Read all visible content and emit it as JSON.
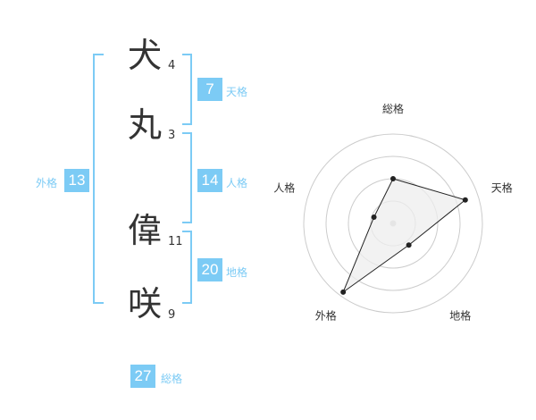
{
  "accent_color": "#7ccbf5",
  "name": {
    "characters": [
      {
        "char": "犬",
        "strokes": "4"
      },
      {
        "char": "丸",
        "strokes": "3"
      },
      {
        "char": "偉",
        "strokes": "11"
      },
      {
        "char": "咲",
        "strokes": "9"
      }
    ]
  },
  "fortunes": {
    "tenkaku": {
      "value": "7",
      "label": "天格"
    },
    "jinkaku": {
      "value": "14",
      "label": "人格"
    },
    "chikaku": {
      "value": "20",
      "label": "地格"
    },
    "gaikaku": {
      "value": "13",
      "label": "外格"
    },
    "soukaku": {
      "value": "27",
      "label": "総格"
    }
  },
  "chart_data": {
    "type": "radar",
    "axes": [
      "総格",
      "天格",
      "地格",
      "外格",
      "人格"
    ],
    "rings": 4,
    "range": [
      0,
      4
    ],
    "values": [
      2.0,
      3.4,
      1.2,
      3.8,
      0.9
    ],
    "grid": true,
    "colors": {
      "grid": "#cccccc",
      "fill": "#eeeeee",
      "line": "#222222",
      "point": "#222222",
      "center": "#cccccc"
    }
  }
}
